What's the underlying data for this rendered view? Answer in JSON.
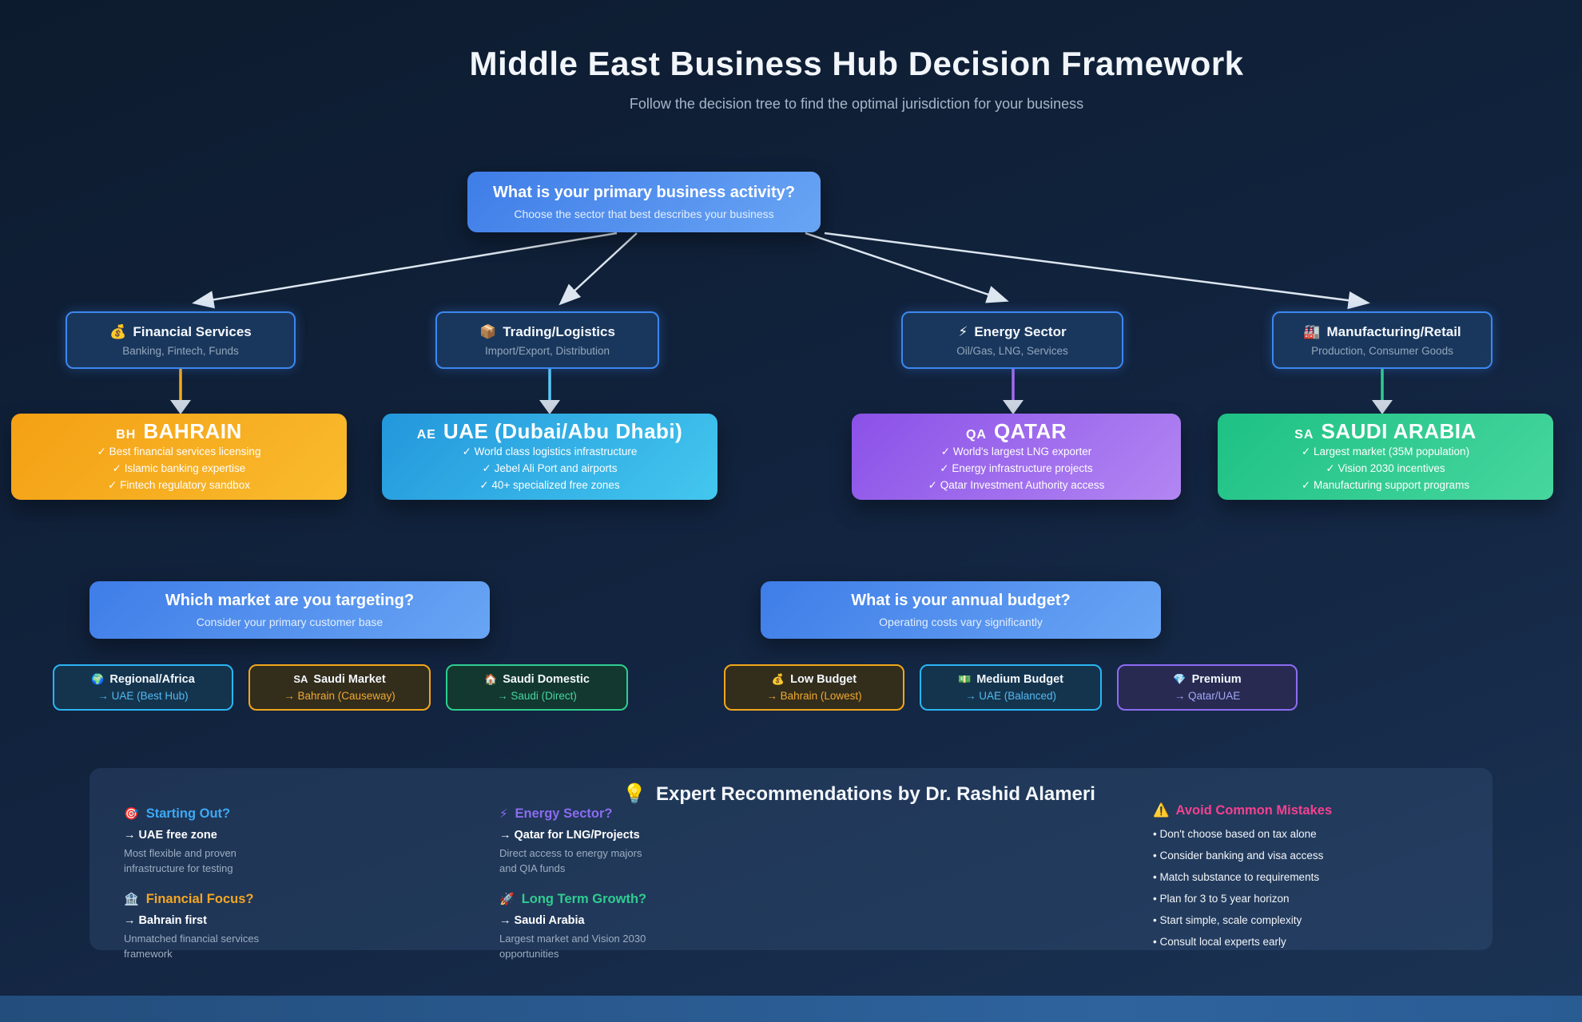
{
  "header": {
    "title": "Middle East Business Hub Decision Framework",
    "subtitle": "Follow the decision tree to find the optimal jurisdiction for your business"
  },
  "root_question": {
    "title": "What is your primary business activity?",
    "subtitle": "Choose the sector that best describes your business"
  },
  "sectors": [
    {
      "icon": "💰",
      "label": "Financial Services",
      "subtitle": "Banking, Fintech, Funds"
    },
    {
      "icon": "📦",
      "label": "Trading/Logistics",
      "subtitle": "Import/Export, Distribution"
    },
    {
      "icon": "⚡",
      "label": "Energy Sector",
      "subtitle": "Oil/Gas, LNG, Services"
    },
    {
      "icon": "🏭",
      "label": "Manufacturing/Retail",
      "subtitle": "Production, Consumer Goods"
    }
  ],
  "countries": [
    {
      "code": "BH",
      "name": "BAHRAIN",
      "accent": "#f5a81c",
      "points": [
        "✓ Best financial services licensing",
        "✓ Islamic banking expertise",
        "✓ Fintech regulatory sandbox"
      ]
    },
    {
      "code": "AE",
      "name": "UAE (Dubai/Abu Dhabi)",
      "accent": "#33b5e8",
      "points": [
        "✓ World class logistics infrastructure",
        "✓ Jebel Ali Port and airports",
        "✓ 40+ specialized free zones"
      ]
    },
    {
      "code": "QA",
      "name": "QATAR",
      "accent": "#a06cf0",
      "points": [
        "✓ World's largest LNG exporter",
        "✓ Energy infrastructure projects",
        "✓ Qatar Investment Authority access"
      ]
    },
    {
      "code": "SA",
      "name": "SAUDI ARABIA",
      "accent": "#2fcd90",
      "points": [
        "✓ Largest market (35M population)",
        "✓ Vision 2030 incentives",
        "✓ Manufacturing support programs"
      ]
    }
  ],
  "questions": [
    {
      "title": "Which market are you targeting?",
      "subtitle": "Consider your primary customer base"
    },
    {
      "title": "What is your annual budget?",
      "subtitle": "Operating costs vary significantly"
    }
  ],
  "options": [
    {
      "icon": "🌍",
      "label": "Regional/Africa",
      "result": "→ UAE (Best Hub)",
      "accent": "#2ab5f2"
    },
    {
      "icon": "SA",
      "label": "Saudi Market",
      "result": "→ Bahrain (Causeway)",
      "accent": "#f2a71b"
    },
    {
      "icon": "🏠",
      "label": "Saudi Domestic",
      "result": "→ Saudi (Direct)",
      "accent": "#2fcd90"
    },
    {
      "icon": "💰",
      "label": "Low Budget",
      "result": "→ Bahrain (Lowest)",
      "accent": "#f2a71b"
    },
    {
      "icon": "💵",
      "label": "Medium Budget",
      "result": "→ UAE (Balanced)",
      "accent": "#2ab5f2"
    },
    {
      "icon": "💎",
      "label": "Premium",
      "result": "→ Qatar/UAE",
      "accent": "#8d6cf2"
    }
  ],
  "expert": {
    "icon": "💡",
    "title": "Expert Recommendations by Dr. Rashid Alameri",
    "recommendations": [
      {
        "icon": "🎯",
        "question": "Starting Out?",
        "answer": "→ UAE free zone",
        "detail": "Most flexible and proven infrastructure for testing",
        "accent": "#3da9f5"
      },
      {
        "icon": "🏦",
        "question": "Financial Focus?",
        "answer": "→ Bahrain first",
        "detail": "Unmatched financial services framework",
        "accent": "#f5a623"
      },
      {
        "icon": "⚡",
        "question": "Energy Sector?",
        "answer": "→ Qatar for LNG/Projects",
        "detail": "Direct access to energy majors and QIA funds",
        "accent": "#8b6cf0"
      },
      {
        "icon": "🚀",
        "question": "Long Term Growth?",
        "answer": "→ Saudi Arabia",
        "detail": "Largest market and Vision 2030 opportunities",
        "accent": "#2fcd90"
      }
    ],
    "mistakes": {
      "icon": "⚠️",
      "title": "Avoid Common Mistakes",
      "accent": "#f4408f",
      "items": [
        "• Don't choose based on tax alone",
        "• Consider banking and visa access",
        "• Match substance to requirements",
        "• Plan for 3 to 5 year horizon",
        "• Start simple, scale complexity",
        "• Consult local experts early"
      ]
    }
  }
}
